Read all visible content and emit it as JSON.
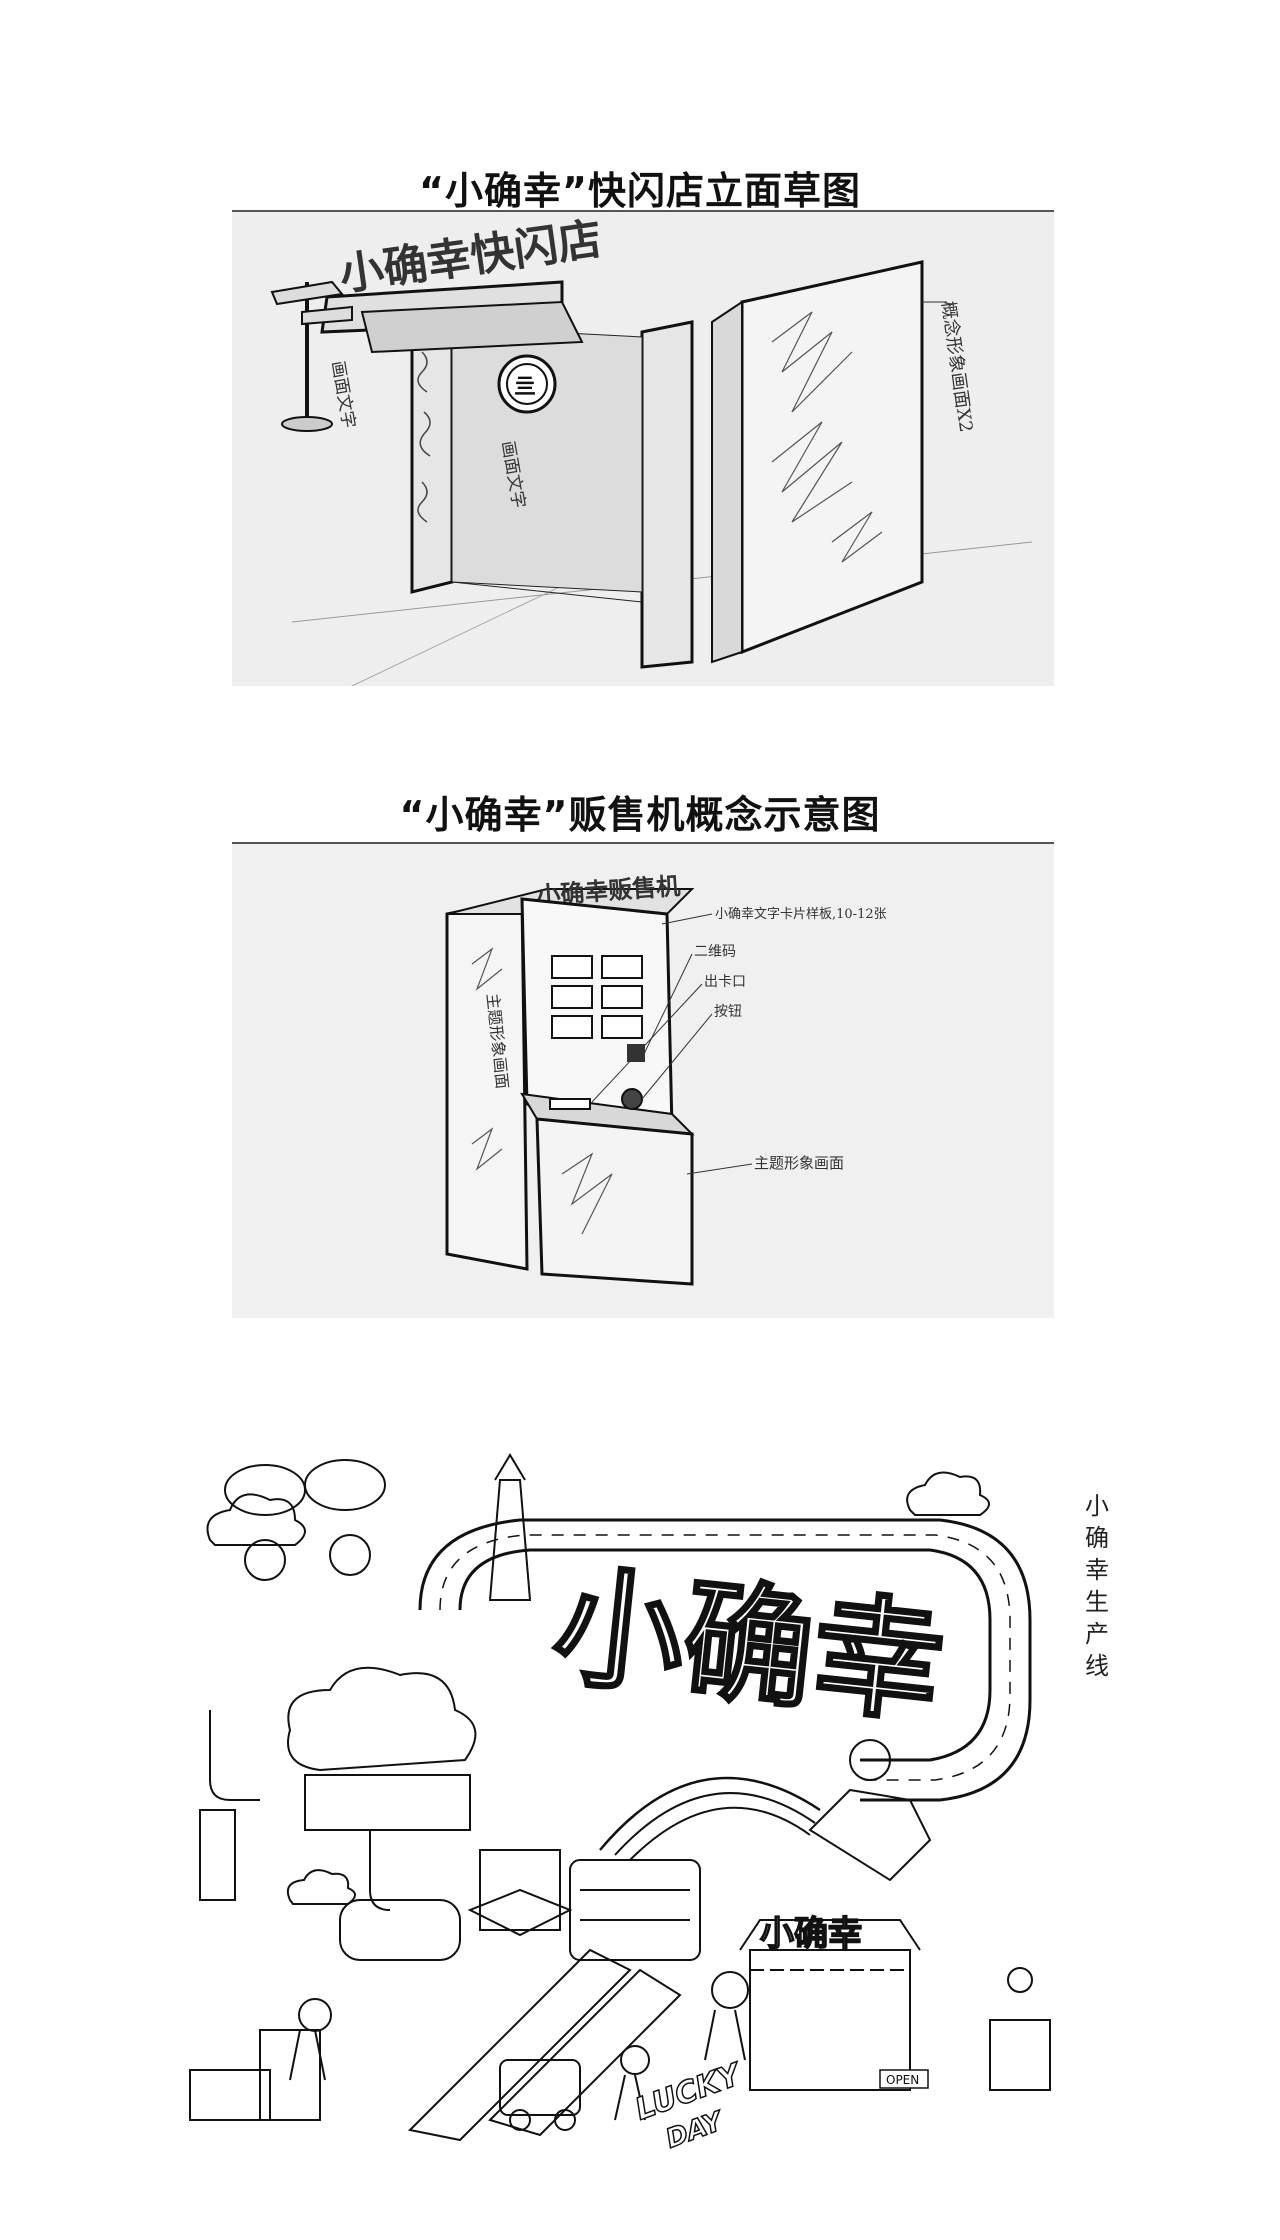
{
  "sections": [
    {
      "title": "“小确幸”快闪店立面草图",
      "sign_text": "小确幸快闪店",
      "notes": [
        "画面文字",
        "画面文字",
        "概念形象画面X2"
      ]
    },
    {
      "title": "“小确幸”贩售机概念示意图",
      "sign_text": "小确幸贩售机",
      "notes": [
        "小确幸文字卡片样板,10-12张",
        "二维码",
        "出卡口",
        "按钮",
        "主题形象画面",
        "主题形象画面"
      ]
    }
  ],
  "illustration": {
    "big_text": "小确幸",
    "shop_sign": "小确幸",
    "lucky": "LUCKY",
    "day": "DAY",
    "open": "OPEN",
    "caption": "小确幸生产线"
  }
}
